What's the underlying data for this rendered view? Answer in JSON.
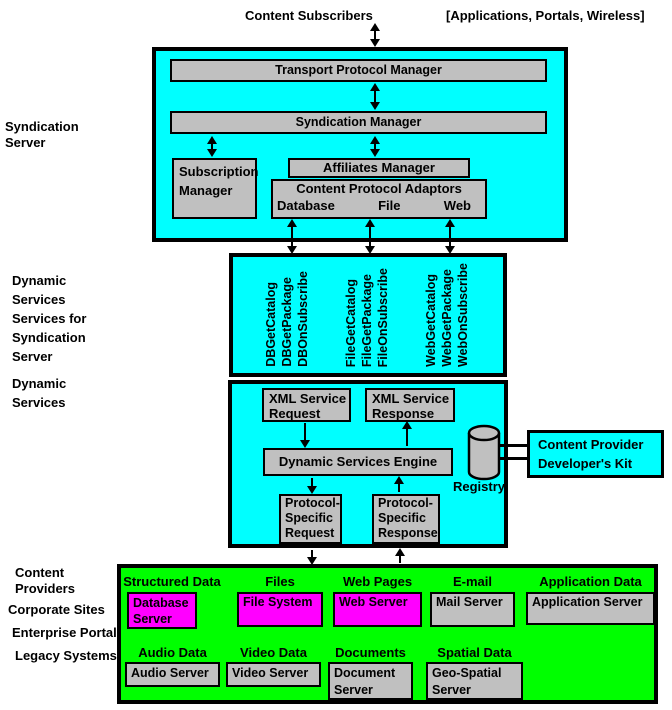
{
  "colors": {
    "cyan": "#00ffff",
    "green": "#00ff00",
    "magenta": "#ff00ff",
    "gray": "#c0c0c0",
    "border": "#000000"
  },
  "header": {
    "subscribers": "Content Subscribers",
    "channels": "[Applications, Portals, Wireless]"
  },
  "left_labels": {
    "syndication_server": "Syndication\nServer",
    "ds_services": "Dynamic\nServices\nServices for\nSyndication\nServer",
    "dynamic_services": "Dynamic\nServices",
    "content_providers": "Content\nProviders",
    "corporate_sites": "Corporate Sites",
    "enterprise_portal": "Enterprise Portal",
    "legacy_systems": "Legacy Systems"
  },
  "syndication_server": {
    "transport_protocol_manager": "Transport Protocol Manager",
    "syndication_manager": "Syndication Manager",
    "subscription_manager": "Subscription\nManager",
    "affiliates_manager": "Affiliates Manager",
    "content_protocol_adaptors": {
      "title": "Content Protocol Adaptors",
      "adaptors": [
        "Database",
        "File",
        "Web"
      ]
    }
  },
  "ds_services_layer": {
    "groups": [
      {
        "services": [
          "DBGetCatalog",
          "DBGetPackage",
          "DBOnSubscribe"
        ]
      },
      {
        "services": [
          "FileGetCatalog",
          "FileGetPackage",
          "FileOnSubscribe"
        ]
      },
      {
        "services": [
          "WebGetCatalog",
          "WebGetPackage",
          "WebOnSubscribe"
        ]
      }
    ]
  },
  "dynamic_services": {
    "xml_service_request": "XML Service\nRequest",
    "xml_service_response": "XML Service\nResponse",
    "engine": "Dynamic Services Engine",
    "registry": "Registry",
    "protocol_specific_request": "Protocol-\nSpecific\nRequest",
    "protocol_specific_response": "Protocol-\nSpecific\nResponse",
    "developers_kit": "Content Provider\nDeveloper's Kit"
  },
  "content_providers": {
    "row1": [
      {
        "category": "Structured Data",
        "server": "Database\nServer"
      },
      {
        "category": "Files",
        "server": "File System"
      },
      {
        "category": "Web Pages",
        "server": "Web Server"
      },
      {
        "category": "E-mail",
        "server": "Mail Server"
      },
      {
        "category": "Application Data",
        "server": "Application Server"
      }
    ],
    "row2": [
      {
        "category": "Audio Data",
        "server": "Audio Server"
      },
      {
        "category": "Video Data",
        "server": "Video Server"
      },
      {
        "category": "Documents",
        "server": "Document\nServer"
      },
      {
        "category": "Spatial Data",
        "server": "Geo-Spatial\nServer"
      }
    ]
  }
}
